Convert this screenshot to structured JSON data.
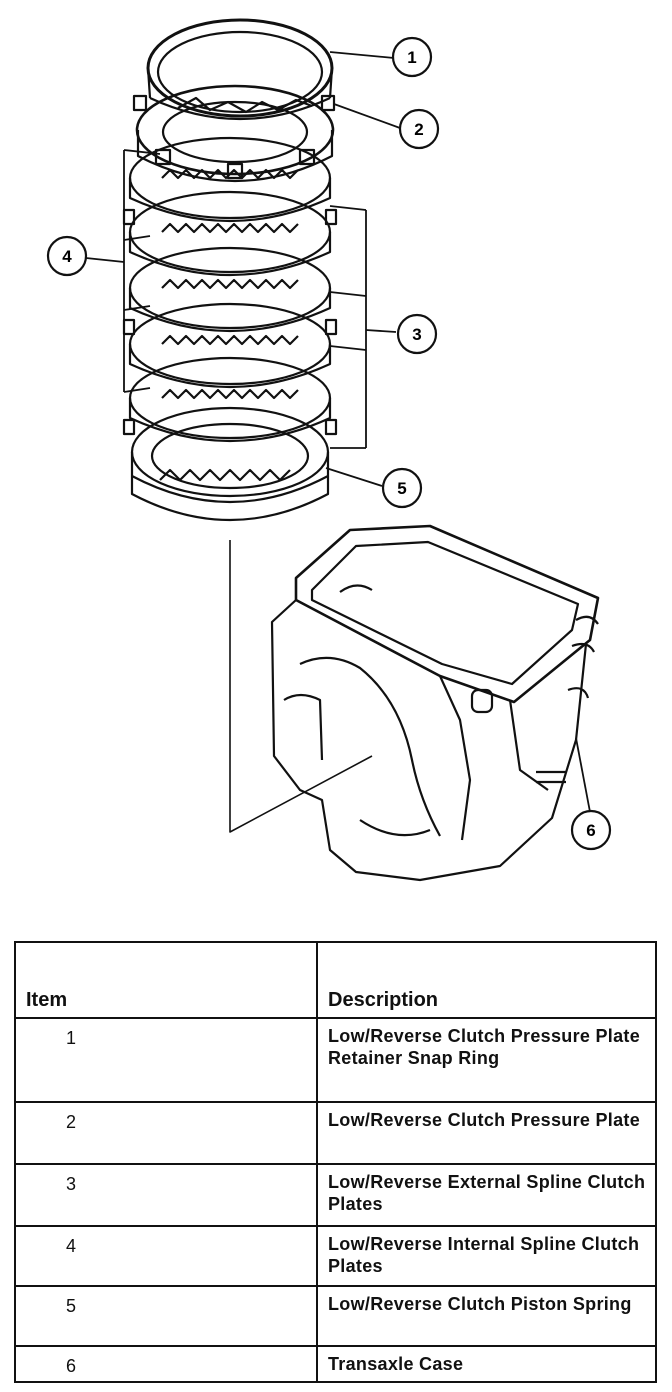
{
  "callouts": [
    "1",
    "2",
    "3",
    "4",
    "5",
    "6"
  ],
  "table": {
    "headers": {
      "item": "Item",
      "description": "Description"
    },
    "rows": [
      {
        "item": "1",
        "description": "Low/Reverse Clutch Pressure Plate Retainer Snap Ring"
      },
      {
        "item": "2",
        "description": "Low/Reverse Clutch Pressure Plate"
      },
      {
        "item": "3",
        "description": "Low/Reverse External Spline Clutch Plates"
      },
      {
        "item": "4",
        "description": "Low/Reverse Internal Spline Clutch Plates"
      },
      {
        "item": "5",
        "description": "Low/Reverse Clutch Piston Spring"
      },
      {
        "item": "6",
        "description": "Transaxle Case"
      }
    ]
  }
}
